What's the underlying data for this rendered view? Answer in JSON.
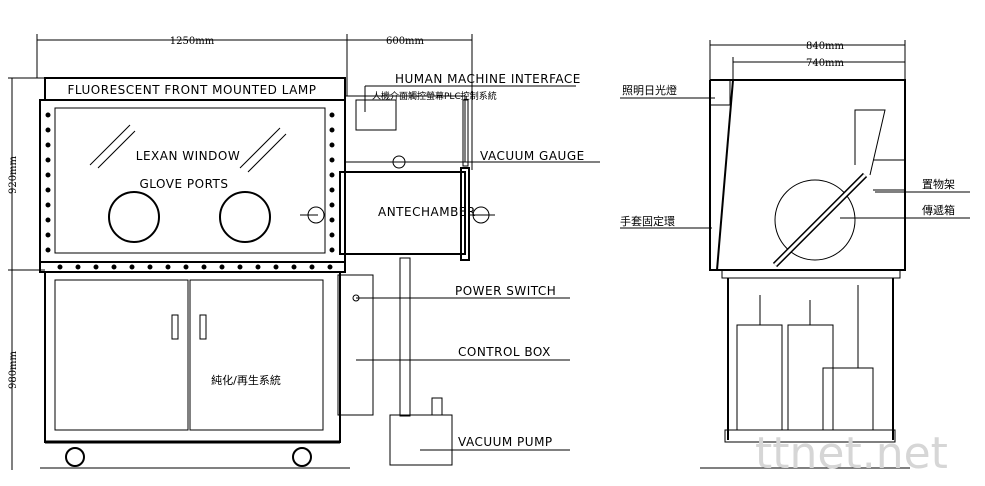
{
  "front_view": {
    "width_dim": "1250mm",
    "antechamber_dim": "600mm",
    "height_upper_dim": "920mm",
    "height_lower_dim": "980mm",
    "lamp_label": "FLUORESCENT FRONT MOUNTED LAMP",
    "window_label": "LEXAN WINDOW",
    "glove_label": "GLOVE PORTS",
    "antechamber_label": "ANTECHAMBER",
    "cabinet_label": "純化/再生系統"
  },
  "callouts": {
    "hmi": "HUMAN MACHINE INTERFACE",
    "hmi_cn": "人機介面觸控螢幕PLC控制系統",
    "vacuum_gauge": "VACUUM GAUGE",
    "power_switch": "POWER SWITCH",
    "control_box": "CONTROL BOX",
    "vacuum_pump": "VACUUM PUMP"
  },
  "side_view": {
    "outer_dim": "840mm",
    "inner_dim": "740mm",
    "lamp_cn": "照明日光燈",
    "glove_ring_cn": "手套固定環",
    "shelf_cn": "置物架",
    "transfer_box_cn": "傳遞箱"
  },
  "watermark": "ttnet.net"
}
